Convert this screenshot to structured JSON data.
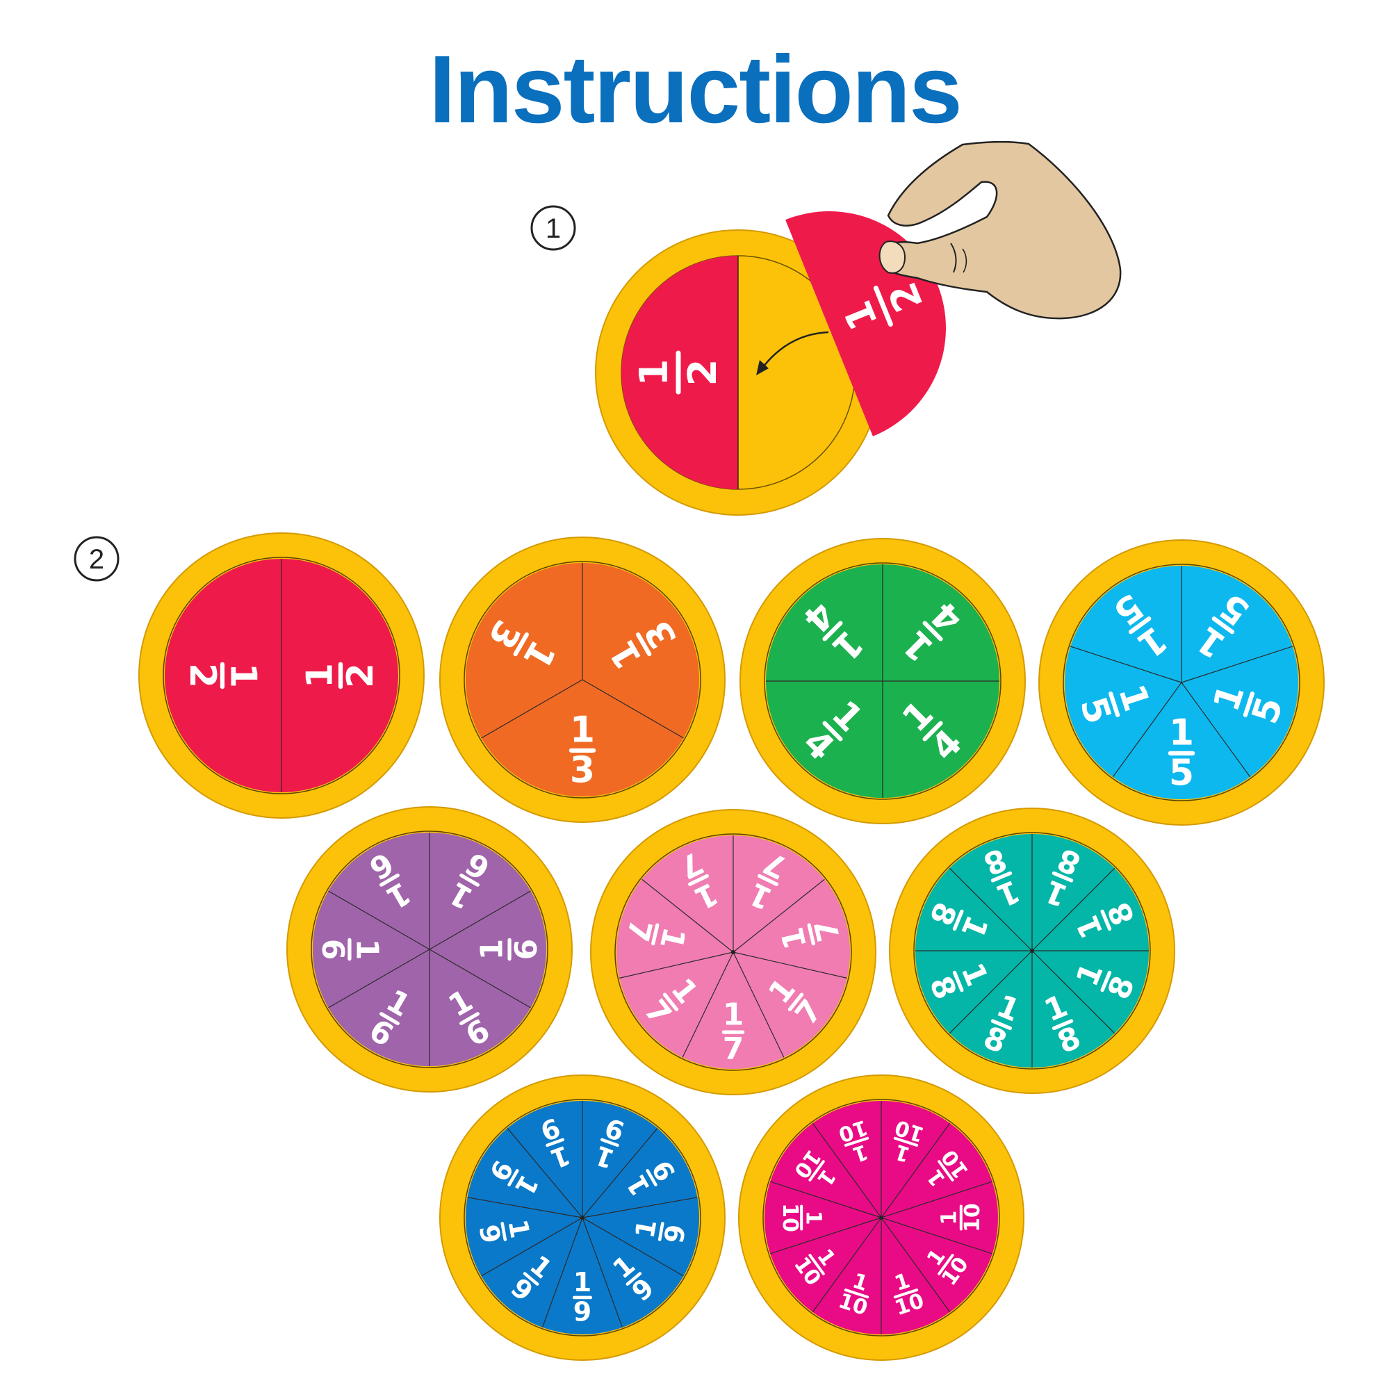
{
  "title": "Instructions",
  "colors": {
    "title": "#0a6fbd",
    "rim": "#fcc20a",
    "rim_stroke": "#d49a00",
    "arrow": "#222222",
    "hand": "#e2c7a0"
  },
  "steps": [
    {
      "number": "1"
    },
    {
      "number": "2"
    }
  ],
  "demo": {
    "left_piece_label": {
      "numerator": "1",
      "denominator": "2"
    },
    "held_piece_label": {
      "numerator": "1",
      "denominator": "2"
    },
    "piece_color": "#ee1b4a",
    "base_color": "#fcc20a",
    "icons": [
      "curved-arrow-icon",
      "hand-icon"
    ]
  },
  "circles": [
    {
      "denominator": "2",
      "numerator": "1",
      "color": "#ee1b4a"
    },
    {
      "denominator": "3",
      "numerator": "1",
      "color": "#f06a24"
    },
    {
      "denominator": "4",
      "numerator": "1",
      "color": "#1cb14f"
    },
    {
      "denominator": "5",
      "numerator": "1",
      "color": "#0db8ee"
    },
    {
      "denominator": "6",
      "numerator": "1",
      "color": "#a064ab"
    },
    {
      "denominator": "7",
      "numerator": "1",
      "color": "#f07cb2"
    },
    {
      "denominator": "8",
      "numerator": "1",
      "color": "#04b6a7"
    },
    {
      "denominator": "9",
      "numerator": "1",
      "color": "#0a79c9"
    },
    {
      "denominator": "10",
      "numerator": "1",
      "color": "#e90b85"
    }
  ]
}
